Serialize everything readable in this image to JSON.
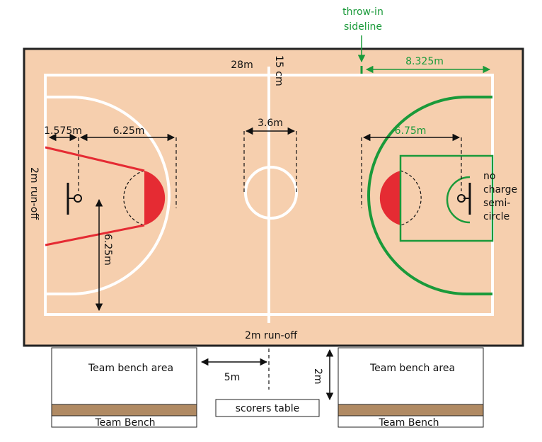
{
  "colors": {
    "court": "#f6cfae",
    "lines": "#ffffff",
    "key_red": "#e52b33",
    "green": "#1a9a3a",
    "bench_wood": "#b08a63",
    "border": "#222222"
  },
  "labels": {
    "throw_in_line1": "throw-in",
    "throw_in_line2": "sideline",
    "dim_8325": "8.325m",
    "dim_28": "28m",
    "dim_15cm": "15 cm",
    "dim_1575": "1.575m",
    "dim_625_h": "6.25m",
    "dim_36": "3.6m",
    "dim_675": "6.75m",
    "no_charge_1": "no",
    "no_charge_2": "charge",
    "no_charge_3": "semi-",
    "no_charge_4": "circle",
    "run_off_left": "2m run-off",
    "dim_625_v": "6.25m",
    "run_off_bottom": "2m run-off",
    "dim_5": "5m",
    "dim_2": "2m",
    "team_bench_area_left": "Team bench area",
    "team_bench_area_right": "Team bench area",
    "team_bench_left": "Team Bench",
    "team_bench_right": "Team Bench",
    "scorers_table": "scorers table"
  }
}
